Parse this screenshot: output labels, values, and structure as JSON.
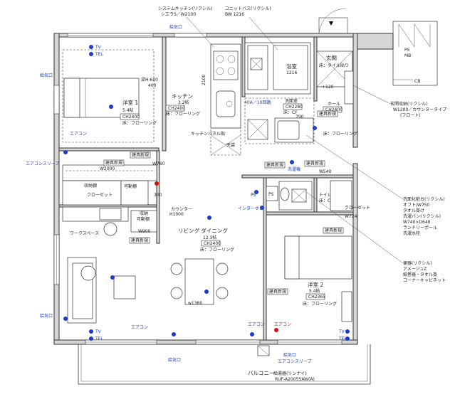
{
  "rooms": {
    "bedroom1": {
      "name": "洋室 1",
      "size": "5.4帖",
      "ch": "CH2400",
      "floor": "床：フローリング"
    },
    "bedroom2": {
      "name": "洋室 2",
      "size": "5.4帖",
      "ch": "CH2365",
      "floor": "床：フローリング"
    },
    "ldk": {
      "name": "リビング ダイニング",
      "size": "12.3帖",
      "ch": "CH2400",
      "floor": "床：フローリング"
    },
    "kitchen": {
      "name": "キッチン",
      "size": "3.2帖",
      "ch": "CH2400",
      "floor": "床：フローリング"
    },
    "bath": {
      "name": "浴室",
      "size": "1216"
    },
    "washroom": {
      "name": "洗面室",
      "ch": "CH2280",
      "floor": "床：CF",
      "extra": "790"
    },
    "hall": {
      "name": "ホール",
      "ch": "CH2400",
      "floor": "床：フローリング"
    },
    "entrance": {
      "name": "玄関",
      "floor": "床：タイル貼り"
    },
    "toilet": {
      "name": "トイレ",
      "floor": "床：CF"
    },
    "ps": {
      "name": "PS"
    },
    "psmb": {
      "name": "PS",
      "sub": "MB"
    },
    "balcony": {
      "name": "バルコニー"
    }
  },
  "labels": {
    "system_kitchen": "システムキッチン(リクシル)",
    "system_kitchen_size": "シエラS／W2100",
    "unit_bath": "ユニットバス(リクシル)",
    "unit_bath_size": "BW 1216",
    "entrance_storage": "玄関収納(リクシル)",
    "entrance_storage_size": "W1200／カウンタータイプ",
    "entrance_storage_note": "(フロート)",
    "cb": "CB",
    "plus120": "+120",
    "breaker": "40A／10回路",
    "kitchen_panel": "キッチンパネル貼",
    "storage_shelf": "収納棚",
    "closet": "クローゼット",
    "workspace": "ワークスペース",
    "shelf_w2000": "W2000",
    "movable_shelf": "可動棚",
    "movable_shelf2": "可動棚",
    "storage": "収納",
    "storage_movable": "可動棚",
    "counter": "カウンター",
    "counter_height": "H1000",
    "w900": "W900",
    "w760": "W760",
    "w540": "W540",
    "w724": "W724",
    "w1380": "w1380",
    "beam": "梁H:600",
    "beam_depth": "400",
    "dim_2100": "2100",
    "dim_300": "300",
    "dim_600": "600",
    "ceiling_storage": "天袋",
    "pipe_space": "PS",
    "closet_toilet": "クローゼット",
    "washbasin": "洗面化粧台(リクシル)",
    "washbasin_spec1": "オフト/W750",
    "washbasin_spec2": "タオル掛け",
    "washpan": "洗濯パン(リクシル)",
    "washpan_spec1": "W740×D640",
    "washpan_spec2": "ランドリーポール",
    "washpan_spec3": "洗濯水栓",
    "toilet_item": "便器(リクシル)",
    "toilet_spec1": "アメージュZ",
    "toilet_spec2": "紙巻器・タオル掛",
    "toilet_spec3": "コーナーキャビネット",
    "water_heater": "給湯器(リンナイ)",
    "water_heater_model": "RUF-A2005SAW(A)"
  },
  "legend": {
    "air_intake": "給気口",
    "aircon": "エアコン",
    "aircon_sleeve": "エアコンスリーブ",
    "intercom": "インターホン",
    "pipe_plan": "建具新規",
    "tv": "TV",
    "tel": "TEL",
    "dryer_sink": "洗濯機"
  }
}
